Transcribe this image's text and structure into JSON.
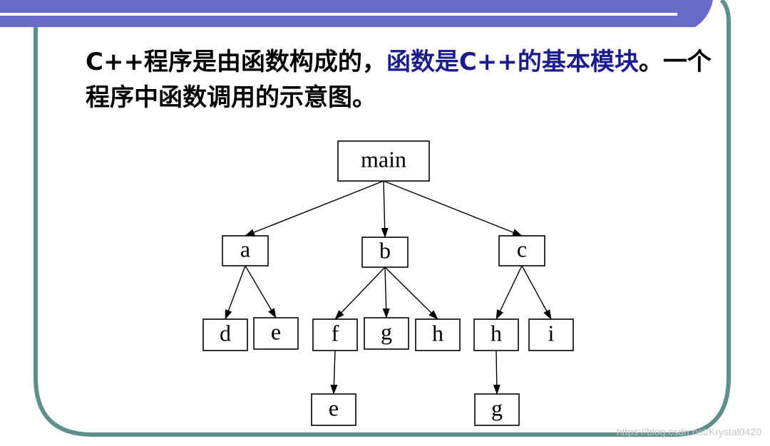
{
  "slide": {
    "title_part1": "C++程序是由函数构成的，",
    "title_part2": "函数是C++的基本模块",
    "title_part3": "。一个程序中函数调用的示意图。",
    "colors": {
      "header_band": "#6a6acb",
      "header_line": "#ffffff",
      "frame_border": "#5e8f8c",
      "accent_text": "#1c1c8c"
    }
  },
  "diagram": {
    "nodes": [
      {
        "id": "main",
        "label": "main"
      },
      {
        "id": "a",
        "label": "a"
      },
      {
        "id": "b",
        "label": "b"
      },
      {
        "id": "c",
        "label": "c"
      },
      {
        "id": "a_d",
        "label": "d"
      },
      {
        "id": "a_e",
        "label": "e"
      },
      {
        "id": "b_f",
        "label": "f"
      },
      {
        "id": "b_g",
        "label": "g"
      },
      {
        "id": "b_h",
        "label": "h"
      },
      {
        "id": "c_h",
        "label": "h"
      },
      {
        "id": "c_i",
        "label": "i"
      },
      {
        "id": "f_e",
        "label": "e"
      },
      {
        "id": "h_g",
        "label": "g"
      }
    ],
    "edges": [
      [
        "main",
        "a"
      ],
      [
        "main",
        "b"
      ],
      [
        "main",
        "c"
      ],
      [
        "a",
        "a_d"
      ],
      [
        "a",
        "a_e"
      ],
      [
        "b",
        "b_f"
      ],
      [
        "b",
        "b_g"
      ],
      [
        "b",
        "b_h"
      ],
      [
        "c",
        "c_h"
      ],
      [
        "c",
        "c_i"
      ],
      [
        "b_f",
        "f_e"
      ],
      [
        "c_h",
        "h_g"
      ]
    ]
  },
  "watermark": "https://blog.csdn.net/Krystal0420"
}
